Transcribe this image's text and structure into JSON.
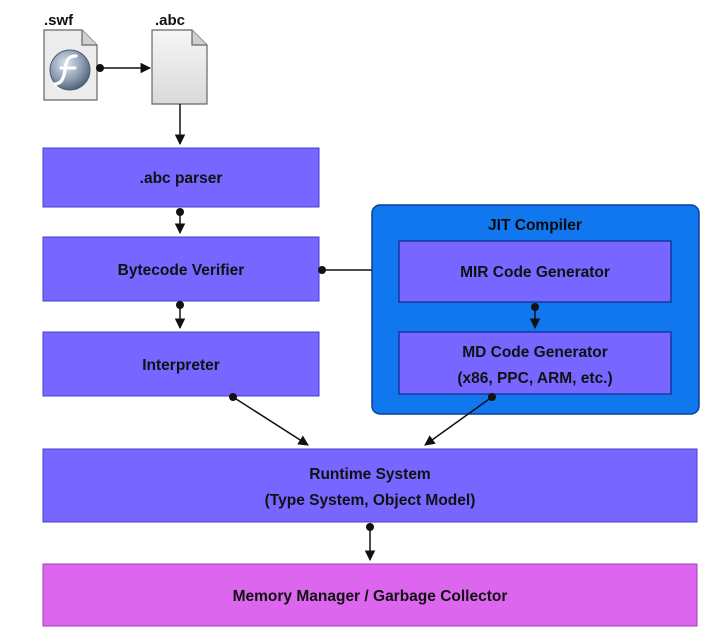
{
  "files": {
    "swf_label": ".swf",
    "abc_label": ".abc",
    "swf_icon": "flash-document-icon",
    "abc_icon": "blank-document-icon"
  },
  "boxes": {
    "abc_parser": ".abc parser",
    "bytecode_verifier": "Bytecode Verifier",
    "interpreter": "Interpreter",
    "runtime_line1": "Runtime System",
    "runtime_line2": "(Type System, Object Model)",
    "memory_manager": "Memory Manager / Garbage Collector"
  },
  "jit": {
    "title": "JIT Compiler",
    "mir": "MIR Code Generator",
    "md_line1": "MD Code Generator",
    "md_line2": "(x86, PPC, ARM, etc.)"
  },
  "colors": {
    "process_box": "#7766ff",
    "jit_container": "#1177ee",
    "memory_box": "#dd66ee",
    "connector": "#111111"
  }
}
